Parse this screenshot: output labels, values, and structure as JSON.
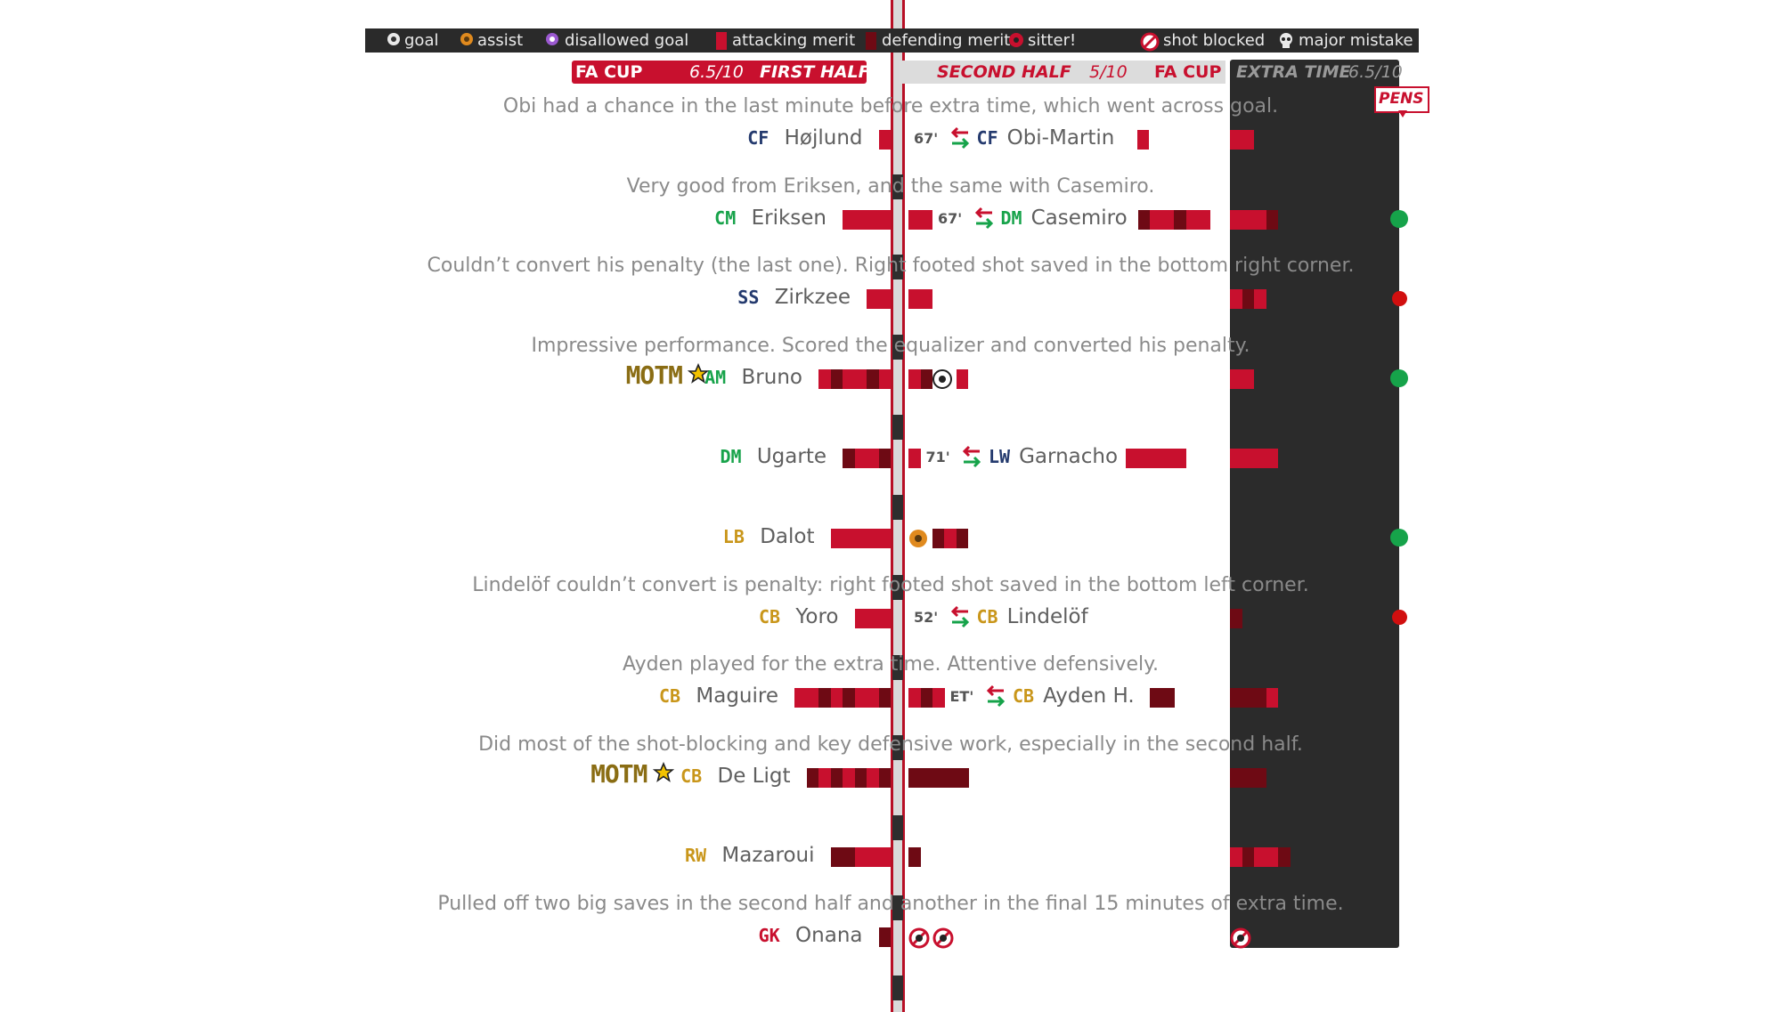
{
  "legend": [
    {
      "icon": "goal-icon",
      "label": "goal",
      "color": "#e9e9e9"
    },
    {
      "icon": "assist-icon",
      "label": "assist",
      "color": "#e08a1e"
    },
    {
      "icon": "disallowed-goal-icon",
      "label": "disallowed goal",
      "color": "#9b59d0"
    },
    {
      "icon": "attacking-merit-icon",
      "label": "attacking merit",
      "color": "#c8102e"
    },
    {
      "icon": "defending-merit-icon",
      "label": "defending merit",
      "color": "#6e0a14"
    },
    {
      "icon": "sitter-icon",
      "label": "sitter!",
      "color": "#c8102e"
    },
    {
      "icon": "shot-blocked-icon",
      "label": "shot blocked",
      "color": "#c8102e"
    },
    {
      "icon": "major-mistake-icon",
      "label": "major mistake",
      "color": "#e9e9e9"
    }
  ],
  "halves": {
    "first": {
      "competition": "FA CUP",
      "rating": "6.5/10",
      "label": "FIRST HALF"
    },
    "second": {
      "competition": "FA CUP",
      "rating": "5/10",
      "label": "SECOND HALF"
    },
    "extra": {
      "label": "EXTRA TIME",
      "rating": "6.5/10"
    },
    "pens_label": "PENS"
  },
  "colors": {
    "attacking": "#c8102e",
    "defending": "#6e0a14",
    "pen_scored": "#16a34a",
    "pen_missed": "#d10f0f",
    "blue": "#243a6e",
    "green": "#17a34a",
    "gold": "#c9961a",
    "red": "#c8102e",
    "et_bg": "#2b2b2b"
  },
  "chart_data": {
    "type": "table",
    "segment_minutes": 5,
    "rows": [
      {
        "note": "Obi had a chance in the last minute before extra time, which went across goal.",
        "starter": {
          "pos": "CF",
          "pos_color": "blue",
          "name": "Højlund",
          "first_half": [
            "a"
          ]
        },
        "sub": {
          "minute": "67'",
          "pos": "CF",
          "pos_color": "blue",
          "name": "Obi-Martin",
          "second_half": [
            "a"
          ]
        },
        "extra_time": [
          "a",
          "a"
        ],
        "pen": null
      },
      {
        "note": "Very good from Eriksen, and the same with Casemiro.",
        "starter": {
          "pos": "CM",
          "pos_color": "green",
          "name": "Eriksen",
          "first_half": [
            "a",
            "a",
            "a",
            "a"
          ],
          "second_half": [
            "a",
            "a"
          ]
        },
        "sub": {
          "minute": "67'",
          "pos": "DM",
          "pos_color": "green",
          "name": "Casemiro",
          "second_half": [
            "d",
            "a",
            "a",
            "d",
            "a",
            "a"
          ]
        },
        "extra_time": [
          "a",
          "a",
          "a",
          "d"
        ],
        "pen": "scored"
      },
      {
        "note": "Couldn’t convert his penalty (the last one). Right footed shot saved in the bottom right corner.",
        "starter": {
          "pos": "SS",
          "pos_color": "blue",
          "name": "Zirkzee",
          "first_half": [
            "a",
            "a"
          ],
          "second_half": [
            "a",
            "a"
          ]
        },
        "extra_time": [
          "a",
          "d",
          "a"
        ],
        "pen": "missed"
      },
      {
        "note": "Impressive performance. Scored the equalizer and converted his penalty.",
        "motm": "MOTM",
        "starter": {
          "pos": "AM",
          "pos_color": "green",
          "name": "Bruno",
          "first_half": [
            "a",
            "d",
            "a",
            "a",
            "d",
            "a"
          ],
          "second_half": [
            "a",
            "d",
            "goal",
            "a"
          ]
        },
        "extra_time": [
          "a",
          "a"
        ],
        "pen": "scored"
      },
      {
        "note": "",
        "starter": {
          "pos": "DM",
          "pos_color": "green",
          "name": "Ugarte",
          "first_half": [
            "d",
            "a",
            "a",
            "d"
          ]
        },
        "sub": {
          "minute": "71'",
          "pos": "LW",
          "pos_color": "blue",
          "name": "Garnacho",
          "second_half": [
            "a",
            "a",
            "a",
            "a",
            "a"
          ]
        },
        "sub_pre": [
          "a"
        ],
        "extra_time": [
          "a",
          "a",
          "a",
          "a"
        ],
        "pen": null
      },
      {
        "note": "",
        "starter": {
          "pos": "LB",
          "pos_color": "gold",
          "name": "Dalot",
          "first_half": [
            "a",
            "a",
            "a",
            "a",
            "a"
          ],
          "second_half": [
            "assist",
            "d",
            "a",
            "d"
          ]
        },
        "extra_time": [],
        "pen": "scored"
      },
      {
        "note": "Lindelöf couldn’t convert is penalty: right footed shot saved in the bottom left corner.",
        "starter": {
          "pos": "CB",
          "pos_color": "gold",
          "name": "Yoro",
          "first_half": [
            "a",
            "a",
            "a"
          ]
        },
        "sub": {
          "minute": "52'",
          "pos": "CB",
          "pos_color": "gold",
          "name": "Lindelöf",
          "second_half": []
        },
        "extra_time": [
          "d"
        ],
        "pen": "missed"
      },
      {
        "note": "Ayden played for the extra time. Attentive defensively.",
        "starter": {
          "pos": "CB",
          "pos_color": "gold",
          "name": "Maguire",
          "first_half": [
            "a",
            "a",
            "d",
            "a",
            "d",
            "a",
            "a",
            "d"
          ],
          "second_half": [
            "a",
            "d",
            "a"
          ]
        },
        "sub": {
          "minute": "ET'",
          "pos": "CB",
          "pos_color": "gold",
          "name": "Ayden H.",
          "second_half": [
            "d",
            "d"
          ]
        },
        "extra_time": [
          "d",
          "d",
          "d",
          "a"
        ],
        "pen": null
      },
      {
        "note": "Did most of the shot-blocking and key defensive work, especially in the second half.",
        "motm": "MOTM",
        "starter": {
          "pos": "CB",
          "pos_color": "gold",
          "name": "De Ligt",
          "first_half": [
            "d",
            "a",
            "d",
            "a",
            "d",
            "a",
            "d"
          ],
          "second_half": [
            "d",
            "d",
            "d",
            "d",
            "d"
          ]
        },
        "extra_time": [
          "d",
          "d",
          "d"
        ],
        "pen": null
      },
      {
        "note": "",
        "starter": {
          "pos": "RW",
          "pos_color": "gold",
          "name": "Mazaroui",
          "first_half": [
            "d",
            "d",
            "a",
            "a",
            "a"
          ],
          "second_half": [
            "d"
          ]
        },
        "extra_time": [
          "a",
          "d",
          "a",
          "a",
          "d"
        ],
        "pen": null
      },
      {
        "note": "Pulled off two big saves in the second half and another in the final 15 minutes of extra time.",
        "starter": {
          "pos": "GK",
          "pos_color": "red",
          "name": "Onana",
          "first_half": [
            "d"
          ],
          "second_half": [
            "save",
            "save"
          ]
        },
        "extra_time": [
          "save"
        ],
        "pen": null
      }
    ]
  }
}
